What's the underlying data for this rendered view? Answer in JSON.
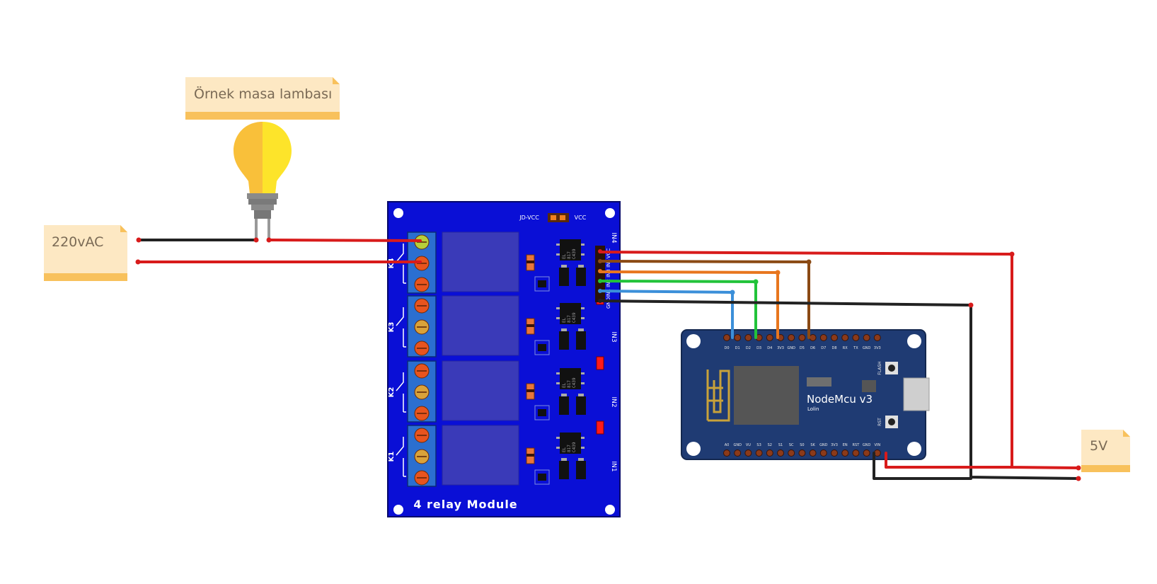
{
  "notes": {
    "lamp": "Örnek masa lambası",
    "ac": "220vAC",
    "power": "5V"
  },
  "relay_module": {
    "title": "4 relay Module",
    "jumper_left": "JD-VCC",
    "jumper_right": "VCC",
    "header_pins": [
      "VCC",
      "IN4",
      "IN3",
      "IN2",
      "IN1",
      "GND"
    ],
    "channel_labels": [
      "K4",
      "K3",
      "K2",
      "K1"
    ],
    "input_labels": [
      "IN4",
      "IN3",
      "IN2",
      "IN1"
    ],
    "optocoupler_text": [
      "EL",
      "817",
      "C439"
    ]
  },
  "nodemcu": {
    "title": "NodeMcu v3",
    "subtitle": "Lolin",
    "button_flash": "FLASH",
    "button_rst": "RST",
    "top_pins": [
      "D0",
      "D1",
      "D2",
      "D3",
      "D4",
      "3V3",
      "GND",
      "D5",
      "D6",
      "D7",
      "D8",
      "RX",
      "TX",
      "GND",
      "3V3"
    ],
    "bottom_pins": [
      "A0",
      "GND",
      "VU",
      "S3",
      "S2",
      "S1",
      "SC",
      "S0",
      "SK",
      "GND",
      "3V3",
      "EN",
      "RST",
      "GND",
      "VIN"
    ]
  },
  "colors": {
    "relay_board": "#0a0fd6",
    "nodemcu_board": "#1f3b73",
    "note_fill": "#fde8c3",
    "note_band": "#f8c15c",
    "wire_red": "#d81b1b",
    "wire_black": "#222222",
    "wire_brown": "#8b4a14",
    "wire_orange": "#e8761e",
    "wire_green": "#22c33a",
    "wire_blue": "#3b8fd9",
    "bulb_left": "#f9c03a",
    "bulb_right": "#fde42a"
  }
}
